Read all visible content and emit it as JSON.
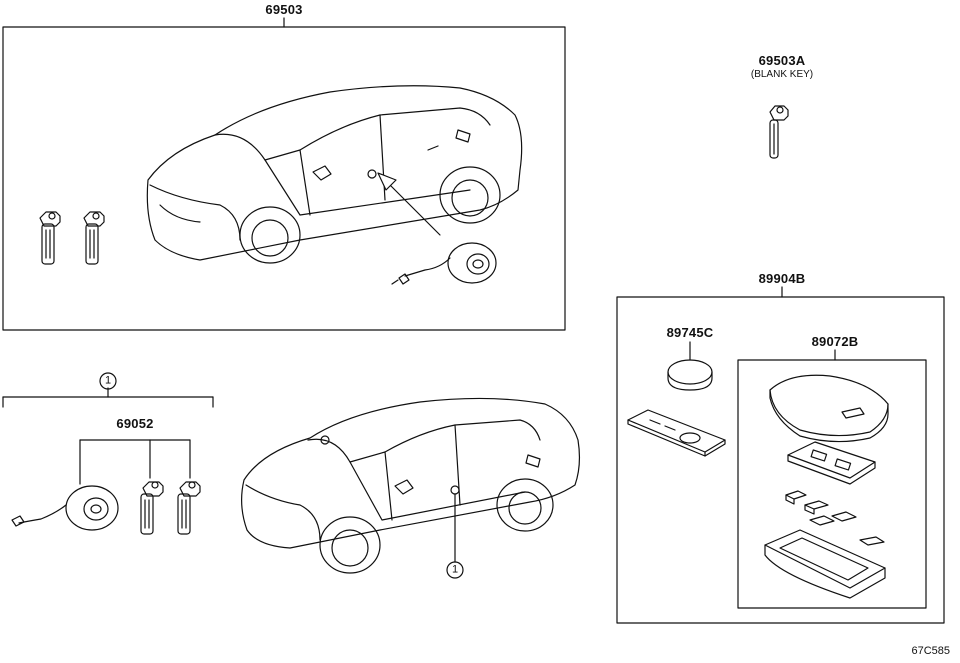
{
  "parts": {
    "key_set_main": "69503",
    "blank_key": "69503A",
    "blank_key_note": "(BLANK KEY)",
    "smart_key_assy": "89904B",
    "battery": "89745C",
    "transmitter_housing": "89072B",
    "cylinder_set": "69052"
  },
  "callouts": {
    "circle_1_top": "1",
    "circle_1_car": "1"
  },
  "diagram_ref": "67C585",
  "colors": {
    "line": "#111111",
    "background": "#ffffff"
  }
}
